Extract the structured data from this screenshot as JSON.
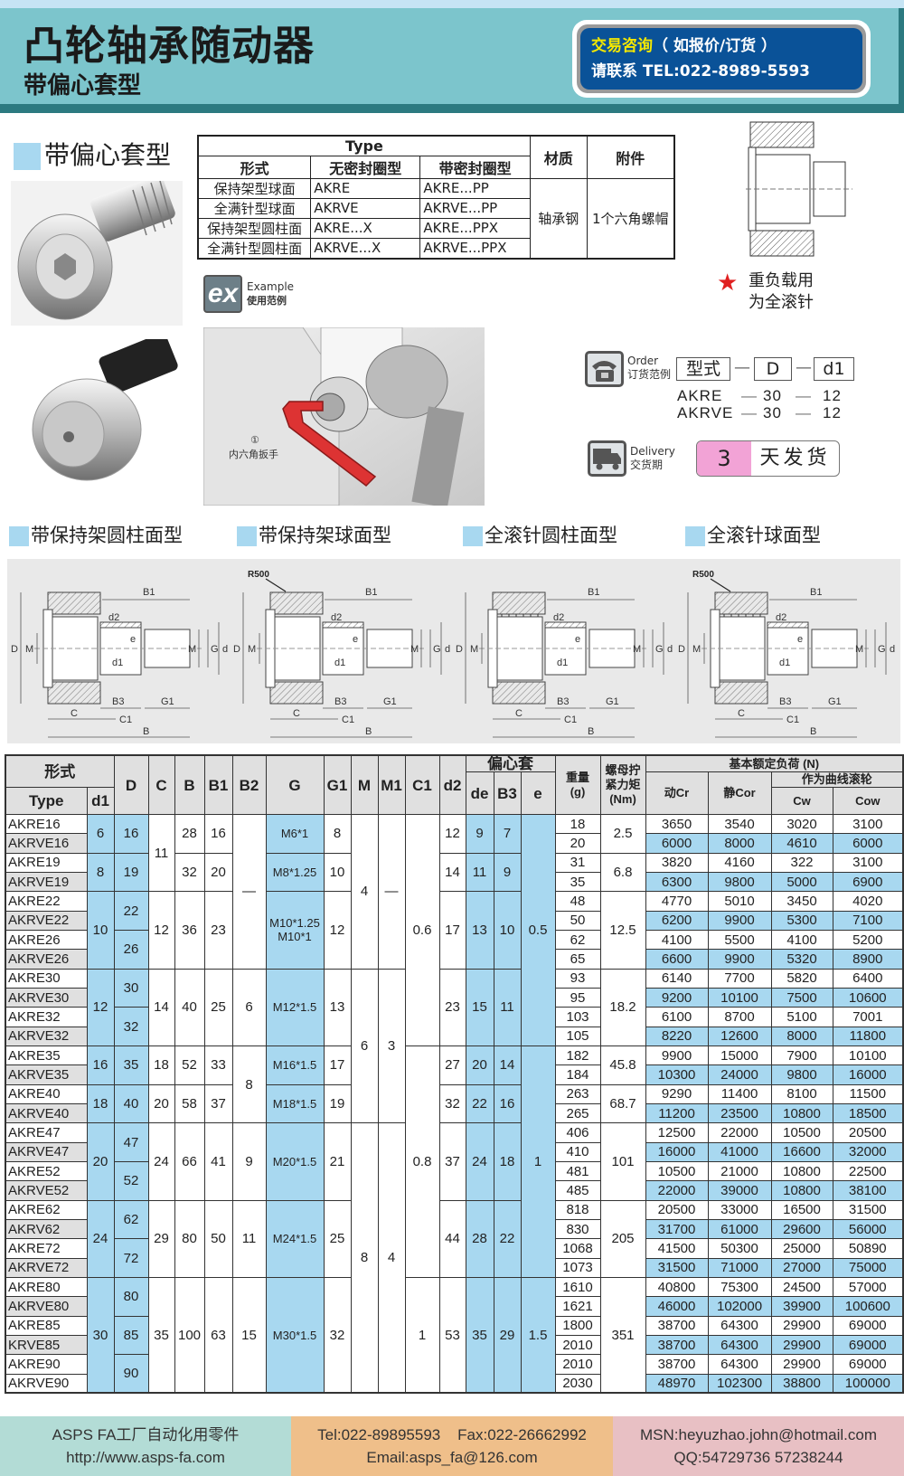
{
  "header": {
    "title": "凸轮轴承随动器",
    "subtitle": "带偏心套型",
    "contact_highlight": "交易咨询",
    "contact_note": "（ 如报价/订货 ）",
    "contact_line2": "请联系 TEL:022-8989-5593"
  },
  "section_title": "带偏心套型",
  "type_table": {
    "header_type": "Type",
    "col_form": "形式",
    "col_unsealed": "无密封圈型",
    "col_sealed": "带密封圈型",
    "col_material": "材质",
    "col_accessory": "附件",
    "rows": [
      {
        "form": "保持架型球面",
        "unsealed": "AKRE",
        "sealed": "AKRE...PP"
      },
      {
        "form": "全满针型球面",
        "unsealed": "AKRVE",
        "sealed": "AKRVE...PP"
      },
      {
        "form": "保持架型圆柱面",
        "unsealed": "AKRE...X",
        "sealed": "AKRE...PPX"
      },
      {
        "form": "全满针型圆柱面",
        "unsealed": "AKRVE...X",
        "sealed": "AKRVE...PPX"
      }
    ],
    "material": "轴承钢",
    "accessory": "1个六角螺帽"
  },
  "example": {
    "icon_text": "ex",
    "label_en": "Example",
    "label_cn": "使用范例",
    "callout_num": "①",
    "callout_text": "内六角扳手"
  },
  "note": {
    "line1": "重负载用",
    "line2": "为全滚针"
  },
  "order": {
    "label_en": "Order",
    "label_cn": "订货范例",
    "box_type": "型式",
    "box_D": "D",
    "box_d1": "d1",
    "dash": "—",
    "examples": [
      {
        "type": "AKRE",
        "D": "30",
        "d1": "12"
      },
      {
        "type": "AKRVE",
        "D": "30",
        "d1": "12"
      }
    ]
  },
  "delivery": {
    "label_en": "Delivery",
    "label_cn": "交货期",
    "days": "3",
    "text": "天发货"
  },
  "drawing_sections": [
    "带保持架圆柱面型",
    "带保持架球面型",
    "全滚针圆柱面型",
    "全滚针球面型"
  ],
  "drawing_labels": {
    "D": "D",
    "M": "M",
    "G": "G",
    "d": "d",
    "B1": "B1",
    "d2": "d2",
    "e": "e",
    "d1": "d1",
    "B3": "B3",
    "G1": "G1",
    "C": "C",
    "C1": "C1",
    "B": "B",
    "R500": "R500"
  },
  "main_table": {
    "headers": {
      "form": "形式",
      "type": "Type",
      "d1": "d1",
      "D": "D",
      "C": "C",
      "B": "B",
      "B1": "B1",
      "B2": "B2",
      "G": "G",
      "G1": "G1",
      "M": "M",
      "M1": "M1",
      "C1": "C1",
      "d2": "d2",
      "eccentric": "偏心套",
      "de": "de",
      "B3": "B3",
      "e": "e",
      "weight": "重量\n(g)",
      "torque": "螺母拧\n紧力矩\n(Nm)",
      "load": "基本额定负荷 (N)",
      "cr": "动Cr",
      "cor": "静Cor",
      "cam": "作为曲线滚轮",
      "cw": "Cw",
      "cow": "Cow"
    },
    "merged": {
      "d1": [
        [
          "6",
          2
        ],
        [
          "8",
          2
        ],
        [
          "10",
          4
        ],
        [
          "12",
          4
        ],
        [
          "16",
          2
        ],
        [
          "18",
          2
        ],
        [
          "20",
          4
        ],
        [
          "24",
          4
        ],
        [
          "30",
          6
        ]
      ],
      "D": [
        [
          "16",
          2
        ],
        [
          "19",
          2
        ],
        [
          "22",
          2
        ],
        [
          "26",
          2
        ],
        [
          "30",
          2
        ],
        [
          "32",
          2
        ],
        [
          "35",
          2
        ],
        [
          "40",
          2
        ],
        [
          "47",
          2
        ],
        [
          "52",
          2
        ],
        [
          "62",
          2
        ],
        [
          "72",
          2
        ],
        [
          "80",
          2
        ],
        [
          "85",
          2
        ],
        [
          "90",
          2
        ]
      ],
      "C": [
        [
          "11",
          4
        ],
        [
          "12",
          4
        ],
        [
          "14",
          4
        ],
        [
          "18",
          2
        ],
        [
          "20",
          2
        ],
        [
          "24",
          4
        ],
        [
          "29",
          4
        ],
        [
          "35",
          6
        ]
      ],
      "B": [
        [
          "28",
          2
        ],
        [
          "32",
          2
        ],
        [
          "36",
          4
        ],
        [
          "40",
          4
        ],
        [
          "52",
          2
        ],
        [
          "58",
          2
        ],
        [
          "66",
          4
        ],
        [
          "80",
          4
        ],
        [
          "100",
          6
        ]
      ],
      "B1": [
        [
          "16",
          2
        ],
        [
          "20",
          2
        ],
        [
          "23",
          4
        ],
        [
          "25",
          4
        ],
        [
          "33",
          2
        ],
        [
          "37",
          2
        ],
        [
          "41",
          4
        ],
        [
          "50",
          4
        ],
        [
          "63",
          6
        ]
      ],
      "B2": [
        [
          "—",
          8
        ],
        [
          "6",
          4
        ],
        [
          "8",
          4
        ],
        [
          "9",
          4
        ],
        [
          "11",
          4
        ],
        [
          "15",
          6
        ]
      ],
      "G": [
        [
          "M6*1",
          2
        ],
        [
          "M8*1.25",
          2
        ],
        [
          "M10*1.25\nM10*1",
          4
        ],
        [
          "M12*1.5",
          4
        ],
        [
          "M16*1.5",
          2
        ],
        [
          "M18*1.5",
          2
        ],
        [
          "M20*1.5",
          4
        ],
        [
          "M24*1.5",
          4
        ],
        [
          "M30*1.5",
          6
        ]
      ],
      "G1": [
        [
          "8",
          2
        ],
        [
          "10",
          2
        ],
        [
          "12",
          4
        ],
        [
          "13",
          4
        ],
        [
          "17",
          2
        ],
        [
          "19",
          2
        ],
        [
          "21",
          4
        ],
        [
          "25",
          4
        ],
        [
          "32",
          6
        ]
      ],
      "M": [
        [
          "4",
          8
        ],
        [
          "6",
          8
        ],
        [
          "8",
          14
        ]
      ],
      "M1": [
        [
          "—",
          8
        ],
        [
          "3",
          8
        ],
        [
          "4",
          14
        ]
      ],
      "C1": [
        [
          "0.6",
          12
        ],
        [
          "0.8",
          12
        ],
        [
          "1",
          6
        ]
      ],
      "d2": [
        [
          "12",
          2
        ],
        [
          "14",
          2
        ],
        [
          "17",
          4
        ],
        [
          "23",
          4
        ],
        [
          "27",
          2
        ],
        [
          "32",
          2
        ],
        [
          "37",
          4
        ],
        [
          "44",
          4
        ],
        [
          "53",
          6
        ]
      ],
      "de": [
        [
          "9",
          2
        ],
        [
          "11",
          2
        ],
        [
          "13",
          4
        ],
        [
          "15",
          4
        ],
        [
          "20",
          2
        ],
        [
          "22",
          2
        ],
        [
          "24",
          4
        ],
        [
          "28",
          4
        ],
        [
          "35",
          6
        ]
      ],
      "B3": [
        [
          "7",
          2
        ],
        [
          "9",
          2
        ],
        [
          "10",
          4
        ],
        [
          "11",
          4
        ],
        [
          "14",
          2
        ],
        [
          "16",
          2
        ],
        [
          "18",
          4
        ],
        [
          "22",
          4
        ],
        [
          "29",
          6
        ]
      ],
      "e": [
        [
          "0.5",
          12
        ],
        [
          "1",
          12
        ],
        [
          "1.5",
          6
        ]
      ],
      "torque": [
        [
          "2.5",
          2
        ],
        [
          "6.8",
          2
        ],
        [
          "12.5",
          4
        ],
        [
          "18.2",
          4
        ],
        [
          "45.8",
          2
        ],
        [
          "68.7",
          2
        ],
        [
          "101",
          4
        ],
        [
          "205",
          4
        ],
        [
          "351",
          6
        ]
      ]
    },
    "rows": [
      {
        "type": "AKRE16",
        "weight": "18",
        "cr": "3650",
        "cor": "3540",
        "cw": "3020",
        "cow": "3100"
      },
      {
        "type": "AKRVE16",
        "weight": "20",
        "cr": "6000",
        "cor": "8000",
        "cw": "4610",
        "cow": "6000"
      },
      {
        "type": "AKRE19",
        "weight": "31",
        "cr": "3820",
        "cor": "4160",
        "cw": "322",
        "cow": "3100"
      },
      {
        "type": "AKRVE19",
        "weight": "35",
        "cr": "6300",
        "cor": "9800",
        "cw": "5000",
        "cow": "6900"
      },
      {
        "type": "AKRE22",
        "weight": "48",
        "cr": "4770",
        "cor": "5010",
        "cw": "3450",
        "cow": "4020"
      },
      {
        "type": "AKRVE22",
        "weight": "50",
        "cr": "6200",
        "cor": "9900",
        "cw": "5300",
        "cow": "7100"
      },
      {
        "type": "AKRE26",
        "weight": "62",
        "cr": "4100",
        "cor": "5500",
        "cw": "4100",
        "cow": "5200"
      },
      {
        "type": "AKRVE26",
        "weight": "65",
        "cr": "6600",
        "cor": "9900",
        "cw": "5320",
        "cow": "8900"
      },
      {
        "type": "AKRE30",
        "weight": "93",
        "cr": "6140",
        "cor": "7700",
        "cw": "5820",
        "cow": "6400"
      },
      {
        "type": "AKRVE30",
        "weight": "95",
        "cr": "9200",
        "cor": "10100",
        "cw": "7500",
        "cow": "10600"
      },
      {
        "type": "AKRE32",
        "weight": "103",
        "cr": "6100",
        "cor": "8700",
        "cw": "5100",
        "cow": "7001"
      },
      {
        "type": "AKRVE32",
        "weight": "105",
        "cr": "8220",
        "cor": "12600",
        "cw": "8000",
        "cow": "11800"
      },
      {
        "type": "AKRE35",
        "weight": "182",
        "cr": "9900",
        "cor": "15000",
        "cw": "7900",
        "cow": "10100"
      },
      {
        "type": "AKRVE35",
        "weight": "184",
        "cr": "10300",
        "cor": "24000",
        "cw": "9800",
        "cow": "16000"
      },
      {
        "type": "AKRE40",
        "weight": "263",
        "cr": "9290",
        "cor": "11400",
        "cw": "8100",
        "cow": "11500"
      },
      {
        "type": "AKRVE40",
        "weight": "265",
        "cr": "11200",
        "cor": "23500",
        "cw": "10800",
        "cow": "18500"
      },
      {
        "type": "AKRE47",
        "weight": "406",
        "cr": "12500",
        "cor": "22000",
        "cw": "10500",
        "cow": "20500"
      },
      {
        "type": "AKRVE47",
        "weight": "410",
        "cr": "16000",
        "cor": "41000",
        "cw": "16600",
        "cow": "32000"
      },
      {
        "type": "AKRE52",
        "weight": "481",
        "cr": "10500",
        "cor": "21000",
        "cw": "10800",
        "cow": "22500"
      },
      {
        "type": "AKRVE52",
        "weight": "485",
        "cr": "22000",
        "cor": "39000",
        "cw": "10800",
        "cow": "38100"
      },
      {
        "type": "AKRE62",
        "weight": "818",
        "cr": "20500",
        "cor": "33000",
        "cw": "16500",
        "cow": "31500"
      },
      {
        "type": "AKRV62",
        "weight": "830",
        "cr": "31700",
        "cor": "61000",
        "cw": "29600",
        "cow": "56000"
      },
      {
        "type": "AKRE72",
        "weight": "1068",
        "cr": "41500",
        "cor": "50300",
        "cw": "25000",
        "cow": "50890"
      },
      {
        "type": "AKRVE72",
        "weight": "1073",
        "cr": "31500",
        "cor": "71000",
        "cw": "27000",
        "cow": "75000"
      },
      {
        "type": "AKRE80",
        "weight": "1610",
        "cr": "40800",
        "cor": "75300",
        "cw": "24500",
        "cow": "57000"
      },
      {
        "type": "AKRVE80",
        "weight": "1621",
        "cr": "46000",
        "cor": "102000",
        "cw": "39900",
        "cow": "100600"
      },
      {
        "type": "AKRE85",
        "weight": "1800",
        "cr": "38700",
        "cor": "64300",
        "cw": "29900",
        "cow": "69000"
      },
      {
        "type": "KRVE85",
        "weight": "2010",
        "cr": "38700",
        "cor": "64300",
        "cw": "29900",
        "cow": "69000"
      },
      {
        "type": "AKRE90",
        "weight": "2010",
        "cr": "38700",
        "cor": "64300",
        "cw": "29900",
        "cow": "69000"
      },
      {
        "type": "AKRVE90",
        "weight": "2030",
        "cr": "48970",
        "cor": "102300",
        "cw": "38800",
        "cow": "100000"
      }
    ]
  },
  "footer": {
    "company": "ASPS FA工厂自动化用零件",
    "website": "http://www.asps-fa.com",
    "tel_fax": "Tel:022-89895593    Fax:022-26662992",
    "email": "Email:asps_fa@126.com",
    "msn": "MSN:heyuzhao.john@hotmail.com",
    "qq": "QQ:54729736  57238244"
  },
  "colors": {
    "header_bg": "#7cc5cc",
    "header_band": "#2c7a80",
    "contact_bg": "#0a5298",
    "highlight_blue": "#a8d8f0",
    "row_gray": "#e0e0e0",
    "star_red": "#e02020",
    "delivery_pink": "#f2a3d6",
    "footer_teal": "#b3dcd6",
    "footer_orange": "#efbf8a",
    "footer_pink": "#e8c0c4"
  }
}
